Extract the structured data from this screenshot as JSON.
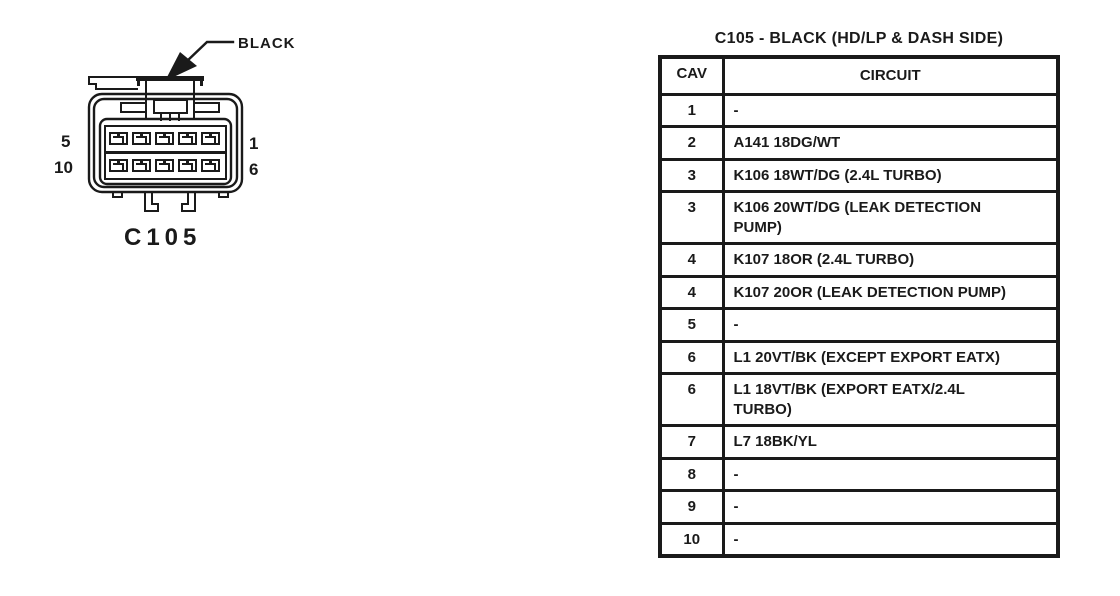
{
  "page": {
    "ink": "#1a1a1a",
    "paper": "#ffffff"
  },
  "connector_diagram": {
    "name": "C105",
    "color_callout": "BLACK",
    "pins": {
      "top_right": "1",
      "top_left": "5",
      "bottom_right": "6",
      "bottom_left": "10"
    }
  },
  "pinout_table": {
    "title": "C105 - BLACK (HD/LP & DASH SIDE)",
    "columns": [
      "CAV",
      "CIRCUIT"
    ],
    "rows": [
      {
        "cav": "1",
        "circuit": "-"
      },
      {
        "cav": "2",
        "circuit": "A141 18DG/WT"
      },
      {
        "cav": "3",
        "circuit": "K106 18WT/DG (2.4L TURBO)"
      },
      {
        "cav": "3",
        "circuit": "K106 20WT/DG (LEAK DETECTION PUMP)"
      },
      {
        "cav": "4",
        "circuit": "K107 18OR (2.4L TURBO)"
      },
      {
        "cav": "4",
        "circuit": "K107 20OR (LEAK DETECTION PUMP)"
      },
      {
        "cav": "5",
        "circuit": "-"
      },
      {
        "cav": "6",
        "circuit": "L1 20VT/BK (EXCEPT EXPORT EATX)"
      },
      {
        "cav": "6",
        "circuit": "L1 18VT/BK (EXPORT EATX/2.4L TURBO)"
      },
      {
        "cav": "7",
        "circuit": "L7 18BK/YL"
      },
      {
        "cav": "8",
        "circuit": "-"
      },
      {
        "cav": "9",
        "circuit": "-"
      },
      {
        "cav": "10",
        "circuit": "-"
      }
    ]
  }
}
